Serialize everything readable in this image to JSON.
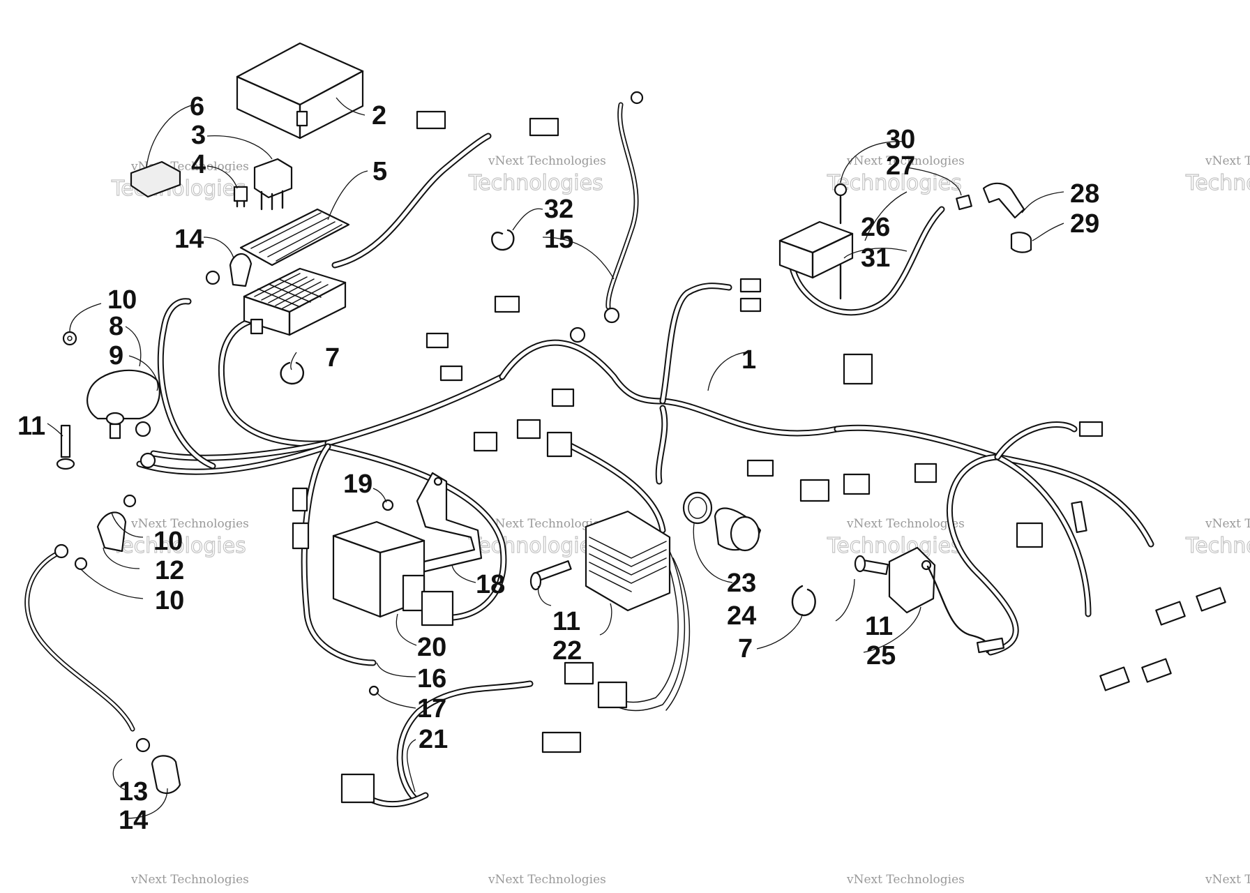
{
  "watermark": {
    "line1": "vNext Technologies",
    "line2": "Technologies"
  },
  "callouts": [
    {
      "id": "c1",
      "text": "1"
    },
    {
      "id": "c2",
      "text": "2"
    },
    {
      "id": "c3",
      "text": "3"
    },
    {
      "id": "c4",
      "text": "4"
    },
    {
      "id": "c5",
      "text": "5"
    },
    {
      "id": "c6",
      "text": "6"
    },
    {
      "id": "c7a",
      "text": "7"
    },
    {
      "id": "c7b",
      "text": "7"
    },
    {
      "id": "c8",
      "text": "8"
    },
    {
      "id": "c9",
      "text": "9"
    },
    {
      "id": "c10a",
      "text": "10"
    },
    {
      "id": "c10b",
      "text": "10"
    },
    {
      "id": "c10c",
      "text": "10"
    },
    {
      "id": "c11a",
      "text": "11"
    },
    {
      "id": "c11b",
      "text": "11"
    },
    {
      "id": "c11c",
      "text": "11"
    },
    {
      "id": "c12",
      "text": "12"
    },
    {
      "id": "c13",
      "text": "13"
    },
    {
      "id": "c14a",
      "text": "14"
    },
    {
      "id": "c14b",
      "text": "14"
    },
    {
      "id": "c15",
      "text": "15"
    },
    {
      "id": "c16",
      "text": "16"
    },
    {
      "id": "c17",
      "text": "17"
    },
    {
      "id": "c18",
      "text": "18"
    },
    {
      "id": "c19",
      "text": "19"
    },
    {
      "id": "c20",
      "text": "20"
    },
    {
      "id": "c21",
      "text": "21"
    },
    {
      "id": "c22",
      "text": "22"
    },
    {
      "id": "c23",
      "text": "23"
    },
    {
      "id": "c24",
      "text": "24"
    },
    {
      "id": "c25",
      "text": "25"
    },
    {
      "id": "c26",
      "text": "26"
    },
    {
      "id": "c27",
      "text": "27"
    },
    {
      "id": "c28",
      "text": "28"
    },
    {
      "id": "c29",
      "text": "29"
    },
    {
      "id": "c30",
      "text": "30"
    },
    {
      "id": "c31",
      "text": "31"
    },
    {
      "id": "c32",
      "text": "32"
    }
  ]
}
